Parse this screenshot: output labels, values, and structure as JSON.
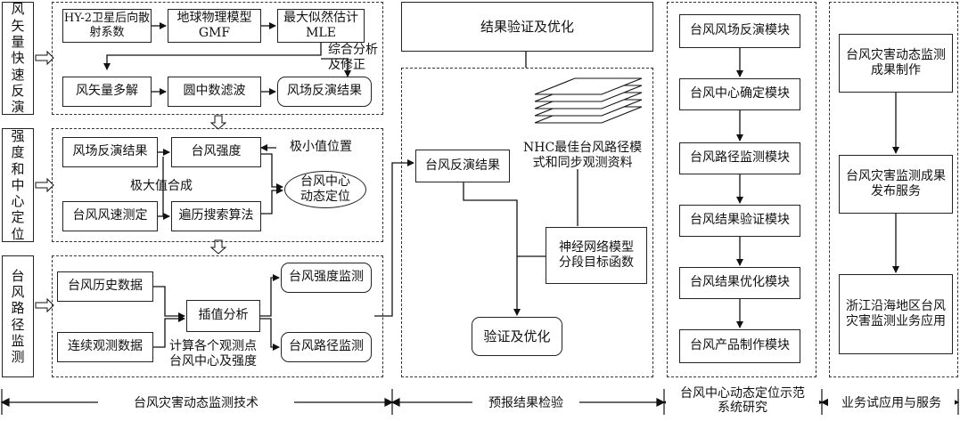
{
  "left_labels": {
    "wind": "风矢量快速反演",
    "intensity": "强度和中心定位",
    "track": "台风路径监测"
  },
  "wind": {
    "hy2": "HY-2卫星后向散射系数",
    "gmf": "地球物理模型GMF",
    "mle": "最大似然估计MLE",
    "analysis": "综合分析\n及修正",
    "decomp": "风矢量多解",
    "filter": "圆中数滤波",
    "result": "风场反演结果"
  },
  "intensity": {
    "wind_result": "风场反演结果",
    "typhoon_intensity": "台风强度",
    "min_value": "极小值位置",
    "max_synth": "极大值合成",
    "center": "台风中心\n动态定位",
    "speed": "台风风速测定",
    "traverse": "遍历搜索算法"
  },
  "track": {
    "history": "台风历史数据",
    "continuous": "连续观测数据",
    "interp": "插值分析",
    "intensity_mon": "台风强度监测",
    "track_mon": "台风路径监测",
    "calc": "计算各个观测点\n台风中心及强度"
  },
  "verify": {
    "header": "结果验证及优化",
    "inversion": "台风反演结果",
    "nhc": "NHC最佳台风路径模\n式和同步观测资料",
    "neural": "神经网络模型\n分段目标函数",
    "optimize": "验证及优化"
  },
  "modules": [
    "台风风场反演模块",
    "台风中心确定模块",
    "台风路径监测模块",
    "台风结果验证模块",
    "台风结果优化模块",
    "台风产品制作模块"
  ],
  "apps": [
    "台风灾害动态监测成果制作",
    "台风灾害监测成果发布服务",
    "浙江沿海地区台风灾害监测业务应用"
  ],
  "sections": [
    "台风灾害动态监测技术",
    "预报结果检验",
    "台风中心动态定位示范\n系统研究",
    "业务试应用与服务"
  ]
}
